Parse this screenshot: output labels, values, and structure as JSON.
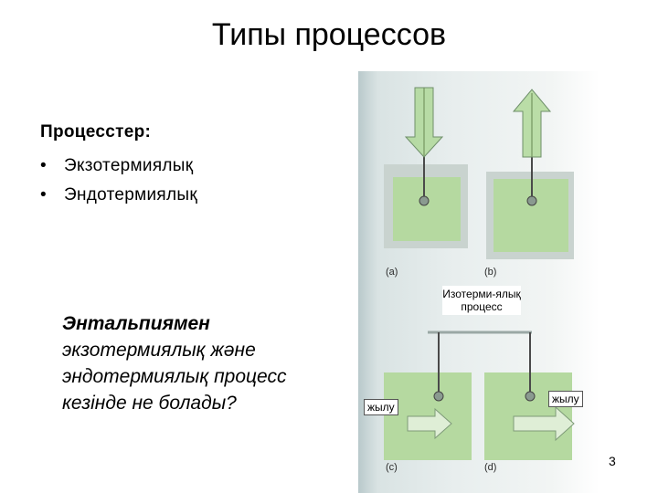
{
  "slide": {
    "title": "Типы процессов",
    "heading": "Процесстер:",
    "bullets": [
      "Экзотермиялық",
      "Эндотермиялық"
    ],
    "question_emphasis": "Энтальпиямен",
    "question_rest": "экзотермиялық және эндотермиялық процесс кезінде не болады?",
    "page_number": "3"
  },
  "figure": {
    "panel_labels": [
      "(a)",
      "(b)",
      "(c)",
      "(d)"
    ],
    "isothermal_label": "Изотерми-ялық процесс",
    "heat_left": "жылу",
    "heat_right": "жылу",
    "colors": {
      "box": "#b5d9a0",
      "box_border": "#c9d3cf",
      "arrow": "#a8d68e",
      "arrow_stroke": "#6f8f6a"
    }
  }
}
